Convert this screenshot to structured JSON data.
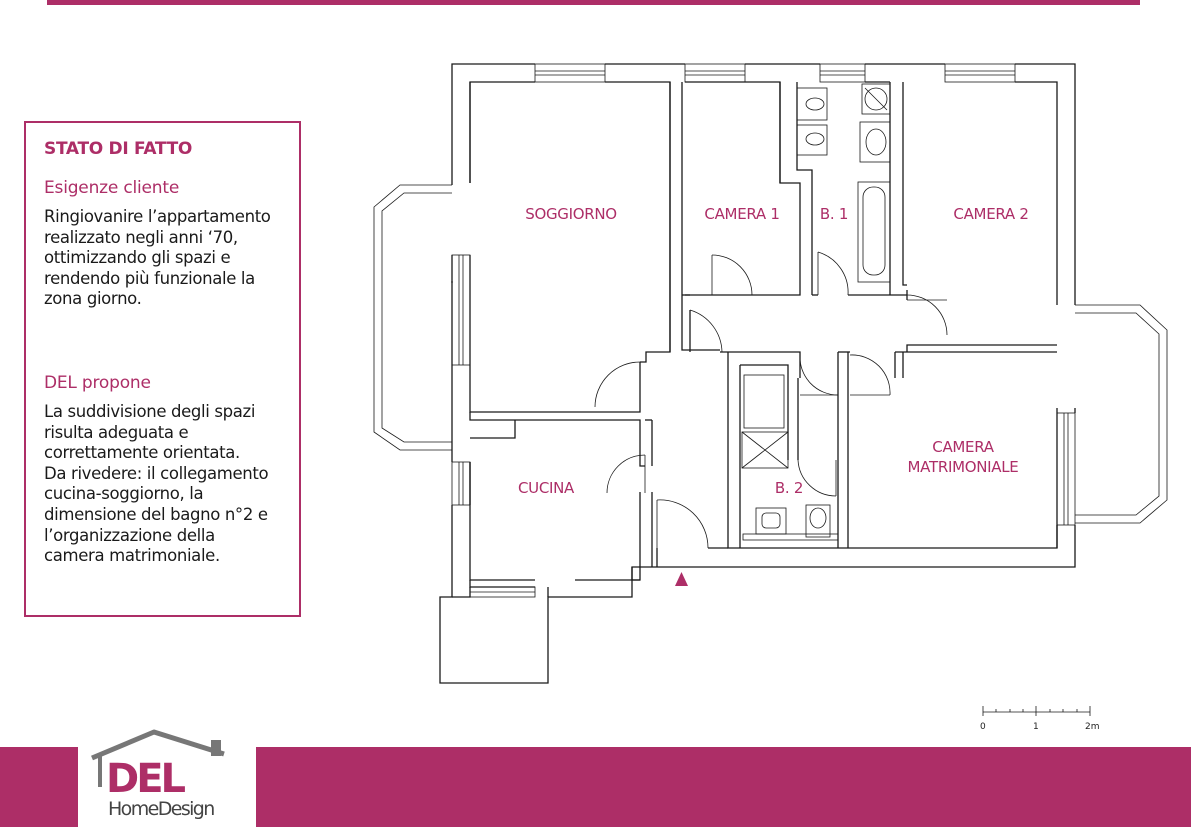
{
  "info": {
    "title": "STATO DI FATTO",
    "section1_heading": "Esigenze cliente",
    "section1_text": "Ringiovanire l’appartamento\nrealizzato negli anni ‘70,\nottimizzando gli spazi e\nrendendo più funzionale la\nzona giorno.",
    "section2_heading": "DEL propone",
    "section2_text": "La suddivisione degli spazi\nrisulta adeguata e\ncorrettamente orientata.\nDa rivedere: il collegamento\ncucina-soggiorno, la\ndimensione del bagno n°2 e\nl’organizzazione della\ncamera matrimoniale."
  },
  "rooms": {
    "soggiorno": "SOGGIORNO",
    "camera1": "CAMERA 1",
    "bagno1": "B. 1",
    "camera2": "CAMERA 2",
    "camera_matrimoniale_l1": "CAMERA",
    "camera_matrimoniale_l2": "MATRIMONIALE",
    "cucina": "CUCINA",
    "bagno2": "B. 2"
  },
  "scale": {
    "labels": [
      "0",
      "1",
      "2m"
    ]
  },
  "logo": {
    "mark": "DEL",
    "name": "HomeDesign"
  },
  "colors": {
    "accent": "#ad2e67",
    "wall": "#1a1a1a",
    "logo_gray": "#666666"
  }
}
